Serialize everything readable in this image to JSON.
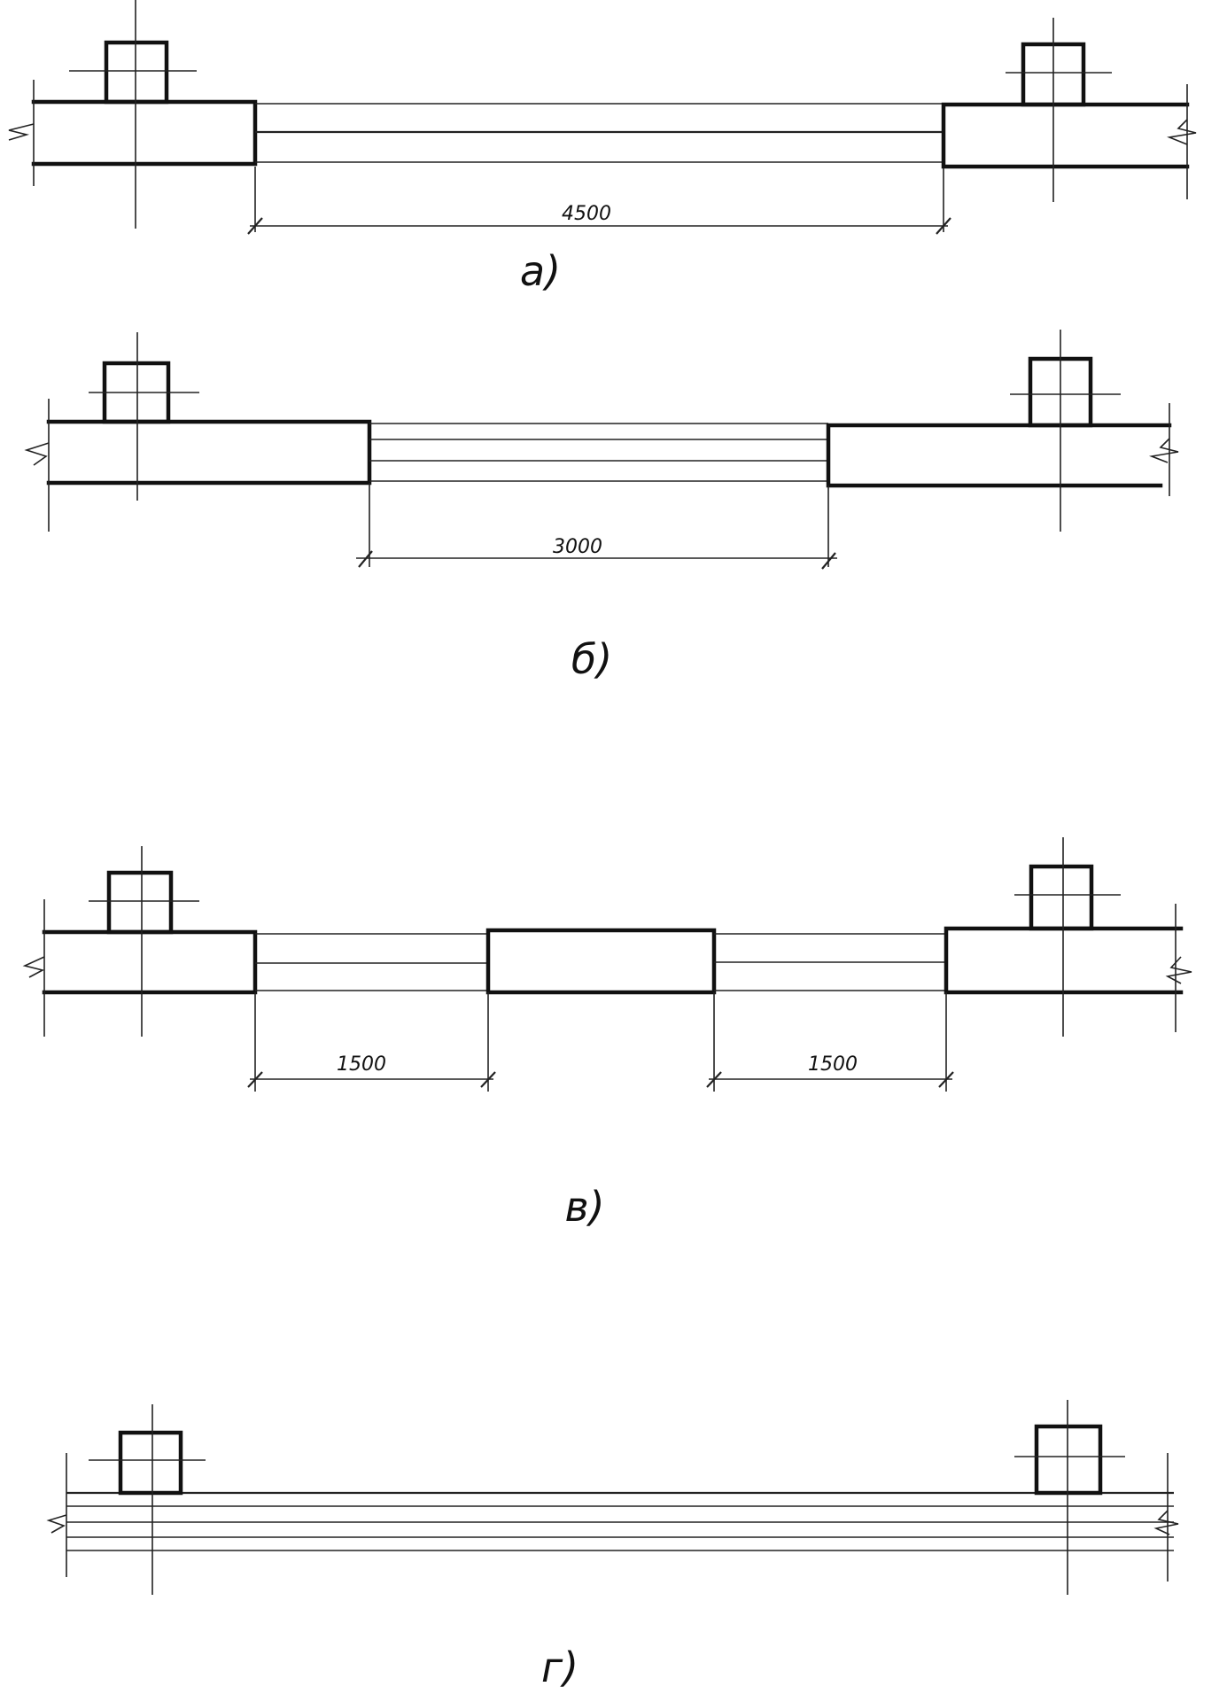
{
  "diagrams": [
    {
      "id": "a",
      "label": "а)",
      "dimensions": [
        "4500"
      ]
    },
    {
      "id": "b",
      "label": "б)",
      "dimensions": [
        "3000"
      ]
    },
    {
      "id": "v",
      "label": "в)",
      "dimensions": [
        "1500",
        "1500"
      ]
    },
    {
      "id": "g",
      "label": "г)",
      "dimensions": []
    }
  ],
  "colors": {
    "ink": "#111111",
    "paper": "#ffffff"
  }
}
